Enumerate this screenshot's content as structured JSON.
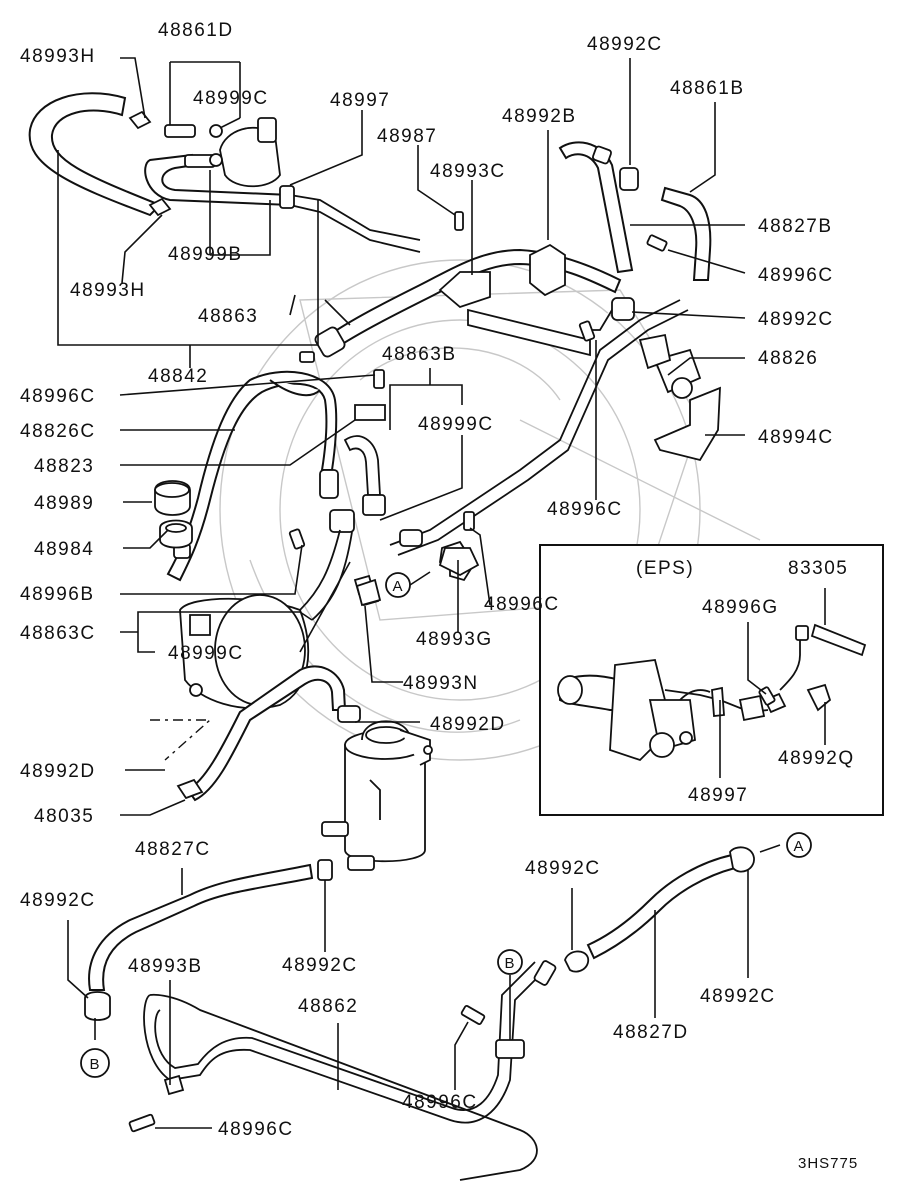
{
  "diagram": {
    "figure_code": "3HS775",
    "eps_inset_title": "(EPS)",
    "reference_markers": {
      "a": "A",
      "b": "B"
    },
    "labels": {
      "p48993H_top": "48993H",
      "p48861D": "48861D",
      "p48999C_top": "48999C",
      "p48997_top": "48997",
      "p48987": "48987",
      "p48992B": "48992B",
      "p48992C_top": "48992C",
      "p48861B": "48861B",
      "p48993C": "48993C",
      "p48827B": "48827B",
      "p48996C_right1": "48996C",
      "p48992C_right": "48992C",
      "p48826": "48826",
      "p48994C": "48994C",
      "p48993H_left": "48993H",
      "p48999B": "48999B",
      "p48863": "48863",
      "p48842": "48842",
      "p48863B": "48863B",
      "p48996C_left": "48996C",
      "p48826C": "48826C",
      "p48823": "48823",
      "p48999C_mid": "48999C",
      "p48989": "48989",
      "p48984": "48984",
      "p48996C_mid": "48996C",
      "p48996B": "48996B",
      "p48863C": "48863C",
      "p48999C_low": "48999C",
      "p48996C_clamp": "48996C",
      "p48993G": "48993G",
      "p48993N": "48993N",
      "p48992D_right": "48992D",
      "p48992D_left": "48992D",
      "p48035": "48035",
      "p83305": "83305",
      "p48996G": "48996G",
      "p48992Q": "48992Q",
      "p48997_eps": "48997",
      "p48827C": "48827C",
      "p48992C_left": "48992C",
      "p48992C_mid": "48992C",
      "p48992C_center": "48992C",
      "p48992C_far_right": "48992C",
      "p48827D": "48827D",
      "p48993B": "48993B",
      "p48862": "48862",
      "p48996C_bottom_mid": "48996C",
      "p48996C_bottom_left": "48996C"
    }
  }
}
